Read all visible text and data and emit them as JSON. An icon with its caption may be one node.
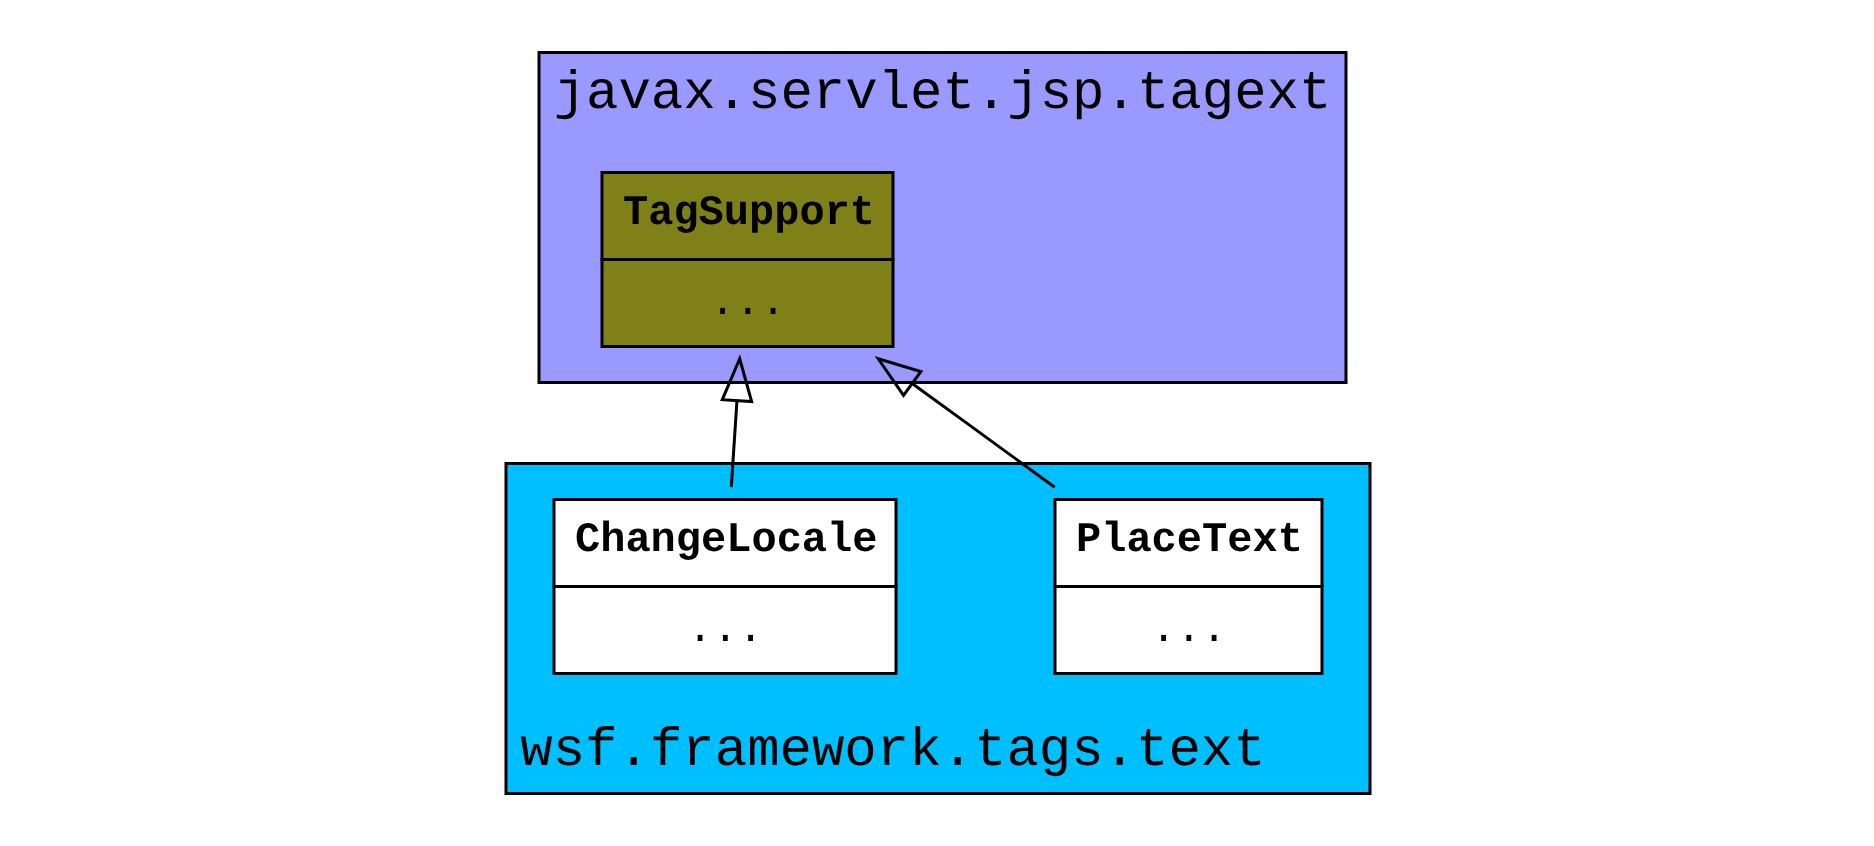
{
  "diagram": {
    "nodes": [
      {
        "text": [
          "javax.servlet.jsp.tagext"
        ]
      },
      {
        "text": [
          "TagSupport",
          "..."
        ],
        "in": 0
      },
      {
        "text": [
          "wsf.framework.tags.text"
        ]
      },
      {
        "text": [
          "PlaceText",
          "..."
        ],
        "in": 2
      },
      {
        "text": [
          "ChangeLocale",
          "..."
        ],
        "in": 2
      }
    ],
    "edges": [
      {
        "from": 3,
        "to": 1,
        "arrow": "to"
      },
      {
        "from": 4,
        "to": 1,
        "arrow": "to"
      }
    ]
  }
}
